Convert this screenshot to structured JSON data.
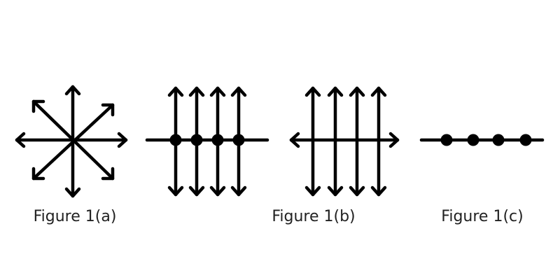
{
  "colors": {
    "stroke": "#000000",
    "background": "#ffffff",
    "caption_text": "#222222"
  },
  "figures": [
    {
      "id": "a",
      "caption": "Figure 1(a)",
      "description_shape": "eight arrows radiating from a common center (horizontal, vertical, two diagonals)"
    },
    {
      "id": "b-left",
      "caption": "",
      "description_shape": "horizontal line with four dots, each dot has a vertical double-headed arrow"
    },
    {
      "id": "b",
      "caption": "Figure 1(b)",
      "description_shape": "horizontal double-headed arrow crossed by four vertical double-headed arrows"
    },
    {
      "id": "c",
      "caption": "Figure 1(c)",
      "description_shape": "horizontal line with four dots"
    }
  ]
}
